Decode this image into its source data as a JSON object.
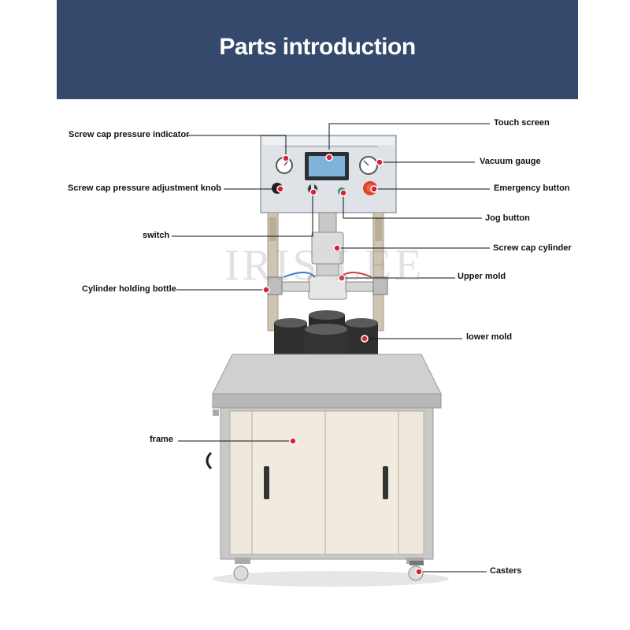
{
  "title": "Parts introduction",
  "watermark": "IRIS LEE",
  "labels": {
    "screw_cap_pressure_indicator": "Screw cap pressure indicator",
    "touch_screen": "Touch screen",
    "vacuum_gauge": "Vacuum gauge",
    "screw_cap_pressure_adjustment_knob": "Screw cap pressure adjustment knob",
    "emergency_button": "Emergency button",
    "jog_button": "Jog button",
    "switch": "switch",
    "screw_cap_cylinder": "Screw cap cylinder",
    "upper_mold": "Upper mold",
    "cylinder_holding_bottle": "Cylinder holding bottle",
    "lower_mold": "lower mold",
    "frame": "frame",
    "casters": "Casters"
  },
  "colors": {
    "banner": "#34496b",
    "marker": "#d8203a",
    "leader": "#111111"
  }
}
